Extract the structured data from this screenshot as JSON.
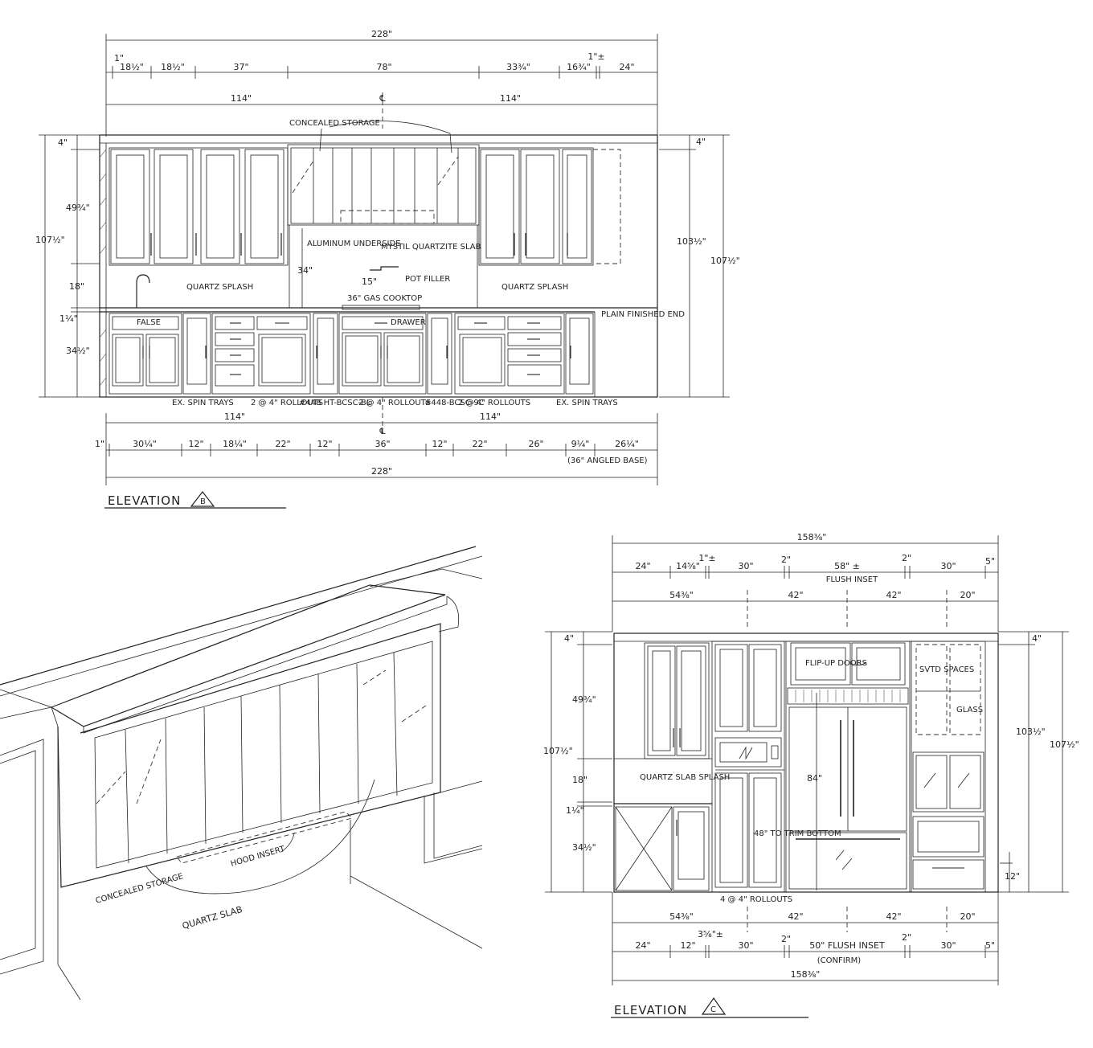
{
  "elevation_b": {
    "title": "ELEVATION",
    "marker": "B",
    "top_overall": "228\"",
    "top_segments": [
      "1\"",
      "18½\"",
      "18½\"",
      "37\"",
      "78\"",
      "33¾\"",
      "16¾\"",
      "1\"±",
      "24\""
    ],
    "half_left": "114\"",
    "half_right": "114\"",
    "centerline": "℄",
    "left_heights": [
      "4\"",
      "49¾\"",
      "18\"",
      "1¼\"",
      "34½\""
    ],
    "left_total": "107½\"",
    "right_top": "4\"",
    "right_mid": "103½\"",
    "right_total": "107½\"",
    "hood_height": "34\"",
    "notes": {
      "concealed_storage": "CONCEALED STORAGE",
      "aluminum_underside": "ALUMINUM UNDERSIDE",
      "mystil": "MYSTIL QUARTZITE SLAB",
      "quartz_splash_left": "QUARTZ SPLASH",
      "quartz_splash_right": "QUARTZ SPLASH",
      "pot_filler": "POT FILLER",
      "pot_filler_height": "15\"",
      "cooktop": "36\" GAS COOKTOP",
      "drawer": "DRAWER",
      "false": "FALSE",
      "plain_end": "PLAIN FINISHED END",
      "ex_spin_left": "EX. SPIN TRAYS",
      "rollouts_1": "2 @ 4\" ROLLOUTS",
      "code_1": "#448 HT-BCSC-BL",
      "rollouts_2": "2 @ 4\" ROLLOUTS",
      "code_2": "#448-BCSC-9C",
      "rollouts_3": "2 @ 4\" ROLLOUTS",
      "ex_spin_right": "EX. SPIN TRAYS"
    },
    "bottom_half_left": "114\"",
    "bottom_half_right": "114\"",
    "bottom_centerline": "℄",
    "bottom_segments": [
      "1\"",
      "30¼\"",
      "12\"",
      "18¼\"",
      "22\"",
      "12\"",
      "36\"",
      "12\"",
      "22\"",
      "26\"",
      "9¼\"",
      "26¼\""
    ],
    "bottom_note": "(36\" ANGLED BASE)",
    "bottom_overall": "228\""
  },
  "isometric": {
    "concealed_storage": "CONCEALED STORAGE",
    "hood_insert": "HOOD INSERT",
    "quartz_slab": "QUARTZ SLAB"
  },
  "elevation_c": {
    "title": "ELEVATION",
    "marker": "C",
    "top_overall": "158⅜\"",
    "top_segments": [
      "24\"",
      "14⅝\"",
      "1\"±",
      "30\"",
      "2\"",
      "58\" ±",
      "2\"",
      "30\"",
      "5\""
    ],
    "flush_inset": "FLUSH INSET",
    "mid_segments": [
      "54⅜\"",
      "42\"",
      "42\"",
      "20\""
    ],
    "left_heights": [
      "4\"",
      "49¾\"",
      "18\"",
      "1¼\"",
      "34½\""
    ],
    "left_total": "107½\"",
    "right_top": "4\"",
    "right_mid": "103½\"",
    "right_total": "107½\"",
    "right_base": "12\"",
    "fridge_height": "84\"",
    "notes": {
      "flip_up": "FLIP-UP DOORS",
      "svtd_spaces": "SVTD SPACES",
      "glass": "GLASS",
      "quartz_splash": "QUARTZ SLAB SPLASH",
      "trim_note": "48\" TO TRIM BOTTOM",
      "rollouts": "4 @ 4\" ROLLOUTS"
    },
    "bottom_mid": [
      "54⅜\"",
      "42\"",
      "42\"",
      "20\""
    ],
    "bottom_segments": [
      "24\"",
      "12\"",
      "3⅝\"±",
      "30\"",
      "2\"",
      "50\" FLUSH INSET",
      "2\"",
      "30\"",
      "5\""
    ],
    "confirm": "(CONFIRM)",
    "bottom_overall": "158⅜\""
  }
}
